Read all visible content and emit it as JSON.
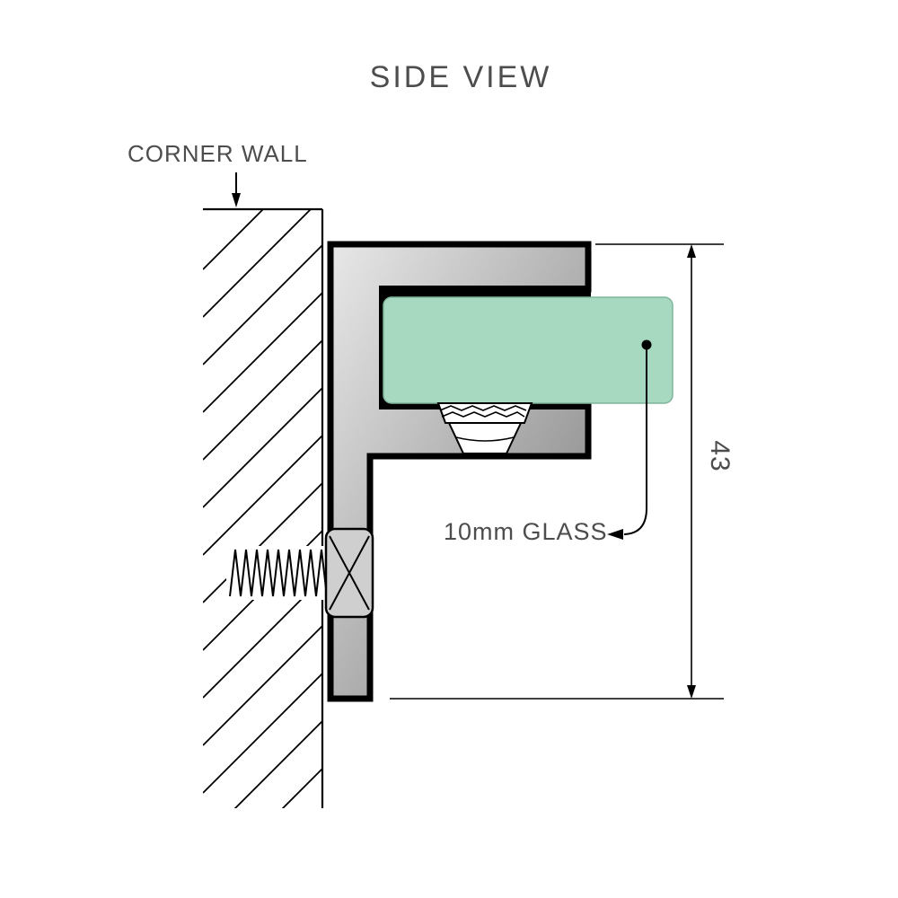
{
  "diagram": {
    "title": "SIDE VIEW",
    "corner_wall_label": "CORNER WALL",
    "glass_label": "10mm GLASS",
    "dimension_value": "43",
    "colors": {
      "glass_fill": "#a6d9c0",
      "glass_border": "#7fb59c",
      "bracket_light": "#e8e8e8",
      "bracket_dark": "#7d7d7d",
      "outline": "#000000",
      "text": "#4d4d4d"
    }
  }
}
